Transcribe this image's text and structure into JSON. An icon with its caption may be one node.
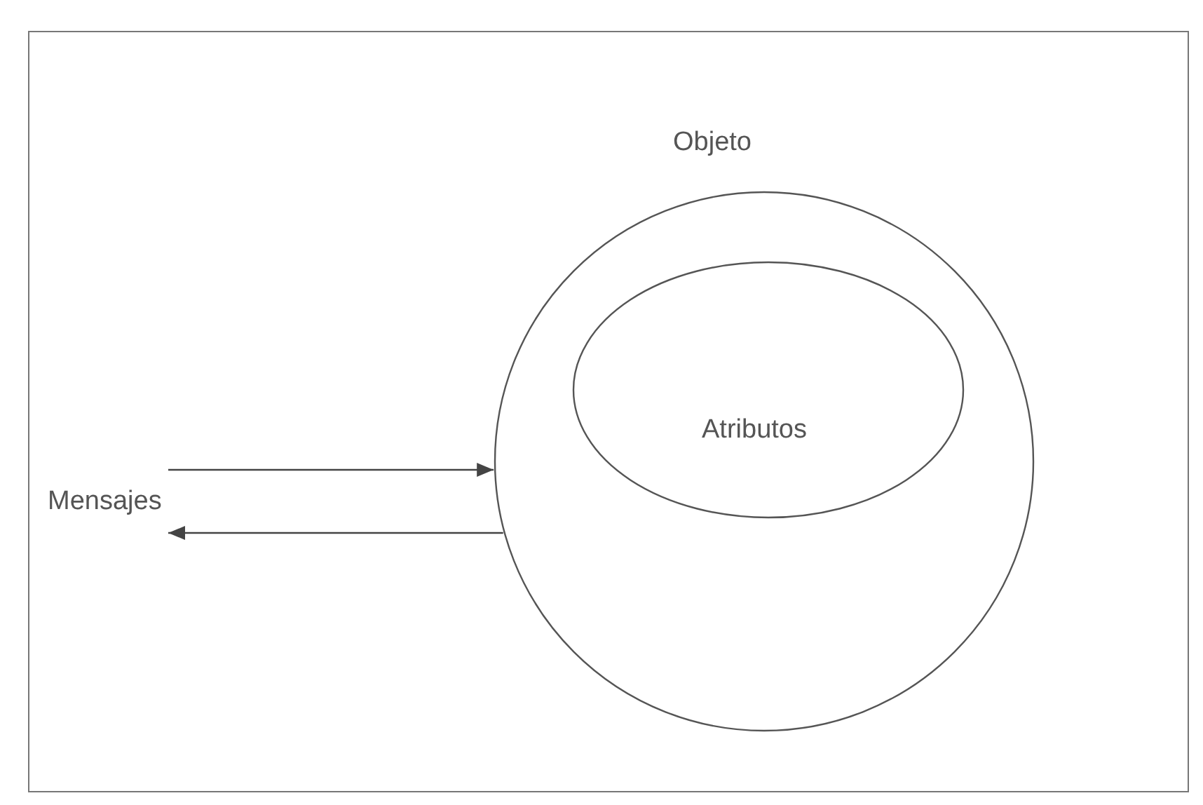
{
  "diagram": {
    "nodes": [
      {
        "text": [
          "Objeto"
        ]
      },
      {
        "text": [
          "Atributos"
        ],
        "in": 0
      },
      {
        "text": [
          "Mensajes"
        ]
      }
    ],
    "edges": [
      {
        "from": 2,
        "to": 0,
        "arrow": "to"
      },
      {
        "from": 0,
        "to": 2,
        "arrow": "to"
      }
    ]
  }
}
